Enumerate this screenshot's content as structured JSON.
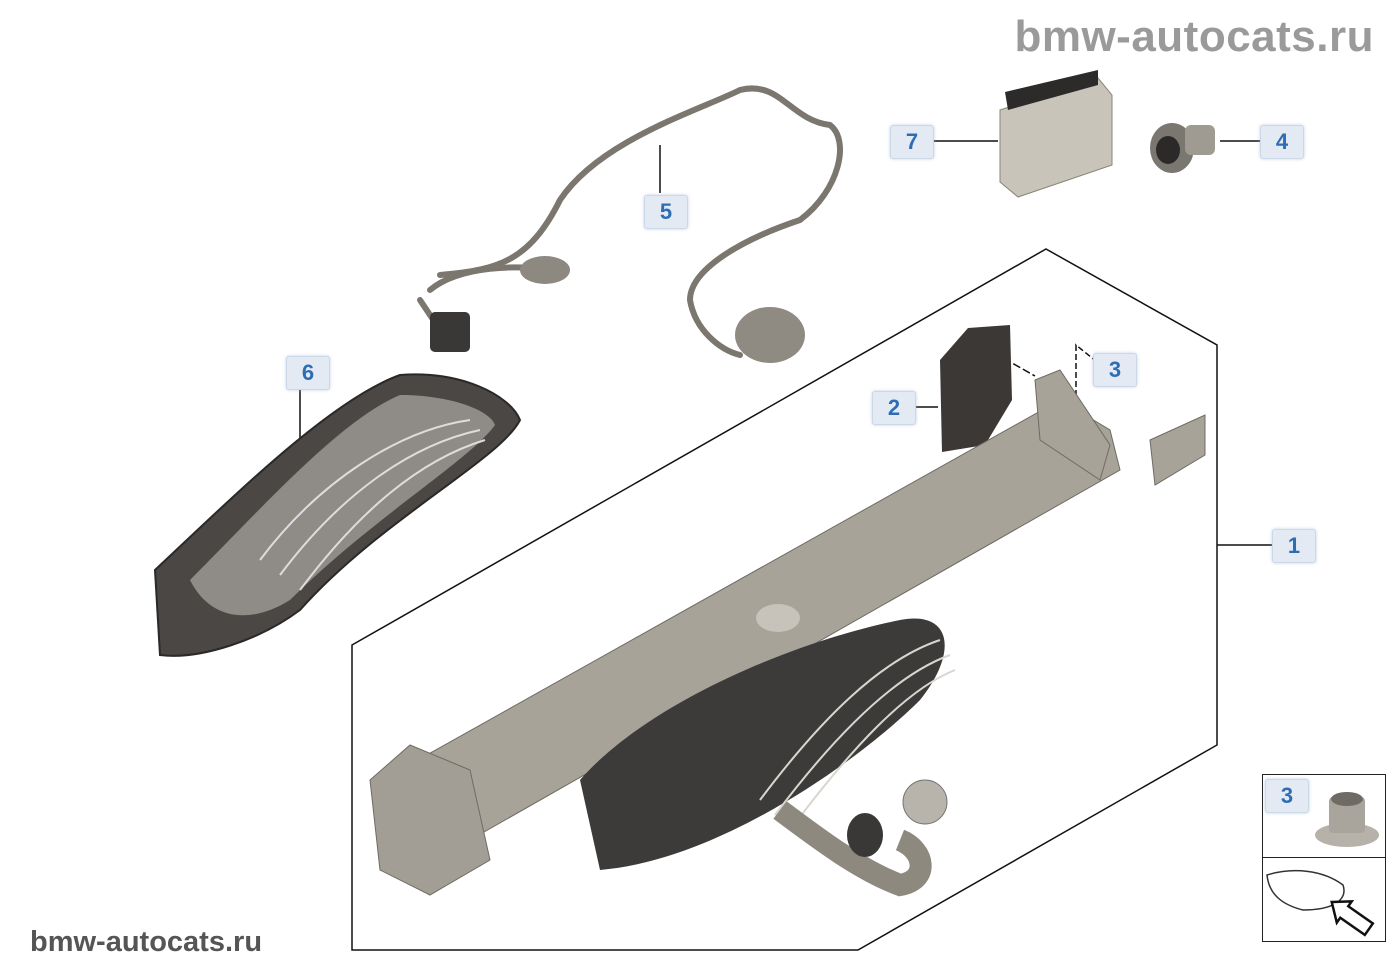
{
  "watermarks": {
    "top": "bmw-autocats.ru",
    "bottom": "bmw-autocats.ru"
  },
  "callouts": [
    {
      "id": "7",
      "part": "control-unit"
    },
    {
      "id": "4",
      "part": "socket"
    },
    {
      "id": "5",
      "part": "wiring-harness"
    },
    {
      "id": "6",
      "part": "spare-wheel-well-insert"
    },
    {
      "id": "3",
      "part": "nut"
    },
    {
      "id": "2",
      "part": "gasket"
    },
    {
      "id": "1",
      "part": "trailer-tow-hitch-assembly"
    }
  ],
  "inset": {
    "label": "3"
  },
  "colors": {
    "label_text": "#2e6db4",
    "label_bg": "#e3eaf3",
    "part_metal": "#a9a49a",
    "part_dark": "#3f3d3b"
  }
}
